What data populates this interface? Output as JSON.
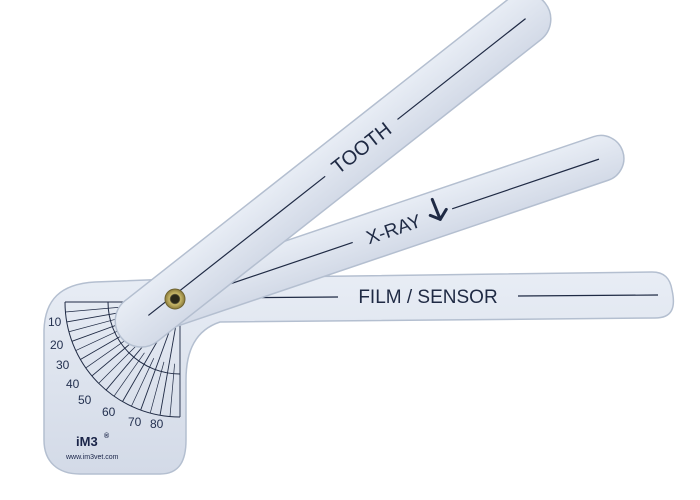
{
  "arms": {
    "tooth_label": "TOOTH",
    "xray_label": "X-RAY",
    "film_label": "FILM / SENSOR"
  },
  "scale": {
    "degrees": [
      "10",
      "20",
      "30",
      "40",
      "50",
      "60",
      "70",
      "80"
    ]
  },
  "brand": {
    "logo_text": "iM3",
    "registered_mark": "®",
    "website": "www.im3vet.com"
  },
  "icons": {
    "xray_arrow": "arrow-down-right-icon",
    "pivot": "rivet-icon"
  },
  "colors": {
    "background": "#ffffff",
    "plastic": "#dce3ee",
    "plastic_edge": "#b4bfd0",
    "ink": "#1f2a44"
  }
}
